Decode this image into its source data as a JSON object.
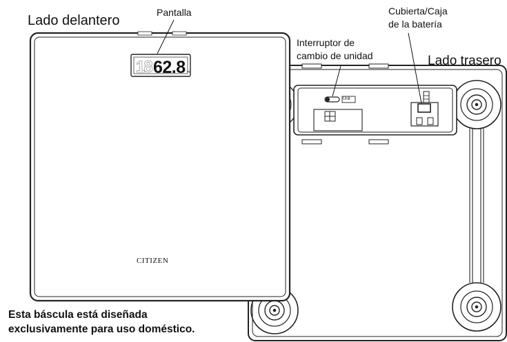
{
  "labels": {
    "front_side": "Lado delantero",
    "back_side": "Lado trasero",
    "screen": "Pantalla",
    "unit_switch_line1": "Interruptor de",
    "unit_switch_line2": "cambio de unidad",
    "battery_cover_line1": "Cubierta/Caja",
    "battery_cover_line2": "de la batería"
  },
  "display": {
    "reading": "62.8",
    "ghost_digits": "18",
    "unit_mark": "kg"
  },
  "brand": "CITIZEN",
  "switch_text": "Unit",
  "note": {
    "line1": "Esta báscula está diseñada",
    "line2": "exclusivamente para uso doméstico."
  }
}
